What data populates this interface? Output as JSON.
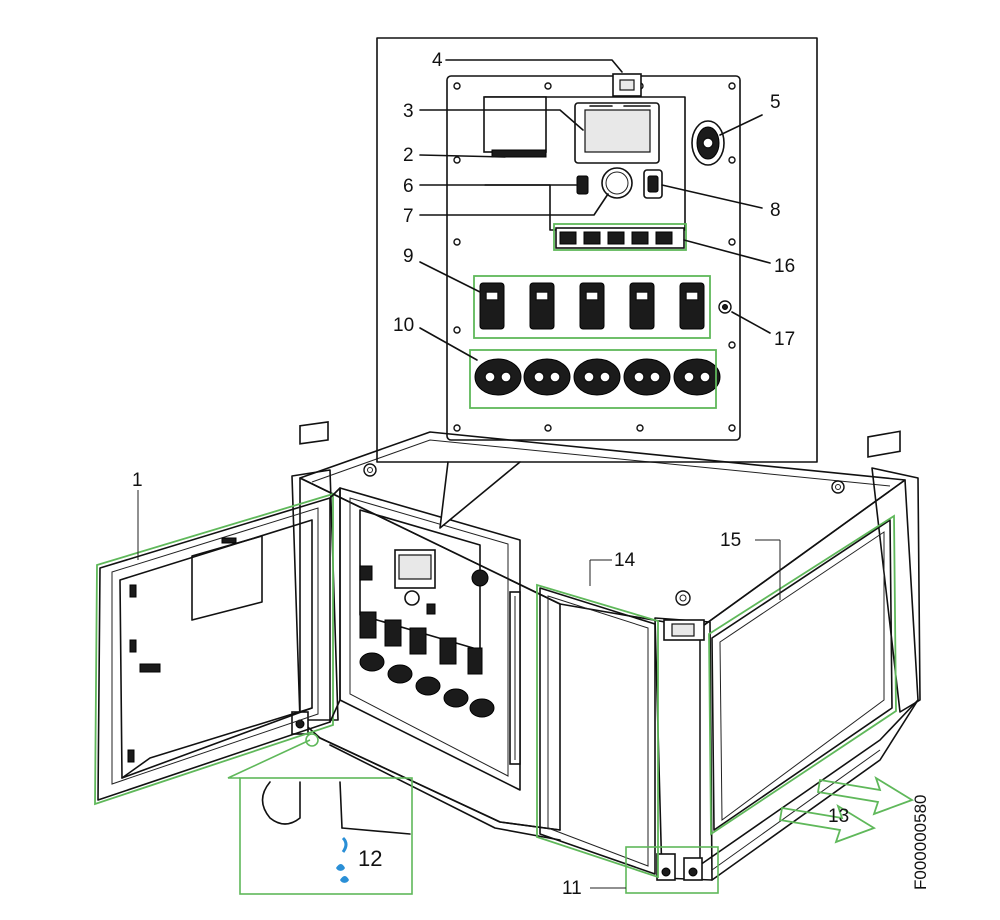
{
  "callouts": {
    "c1": "1",
    "c2": "2",
    "c3": "3",
    "c4": "4",
    "c5": "5",
    "c6": "6",
    "c7": "7",
    "c8": "8",
    "c9": "9",
    "c10": "10",
    "c11": "11",
    "c12": "12",
    "c13": "13",
    "c14": "14",
    "c15": "15",
    "c16": "16",
    "c17": "17"
  },
  "figure_code": "F000000580",
  "colors": {
    "callout_line": "#5fb85a",
    "water_drop": "#2a8fd6",
    "outline": "#111111"
  }
}
